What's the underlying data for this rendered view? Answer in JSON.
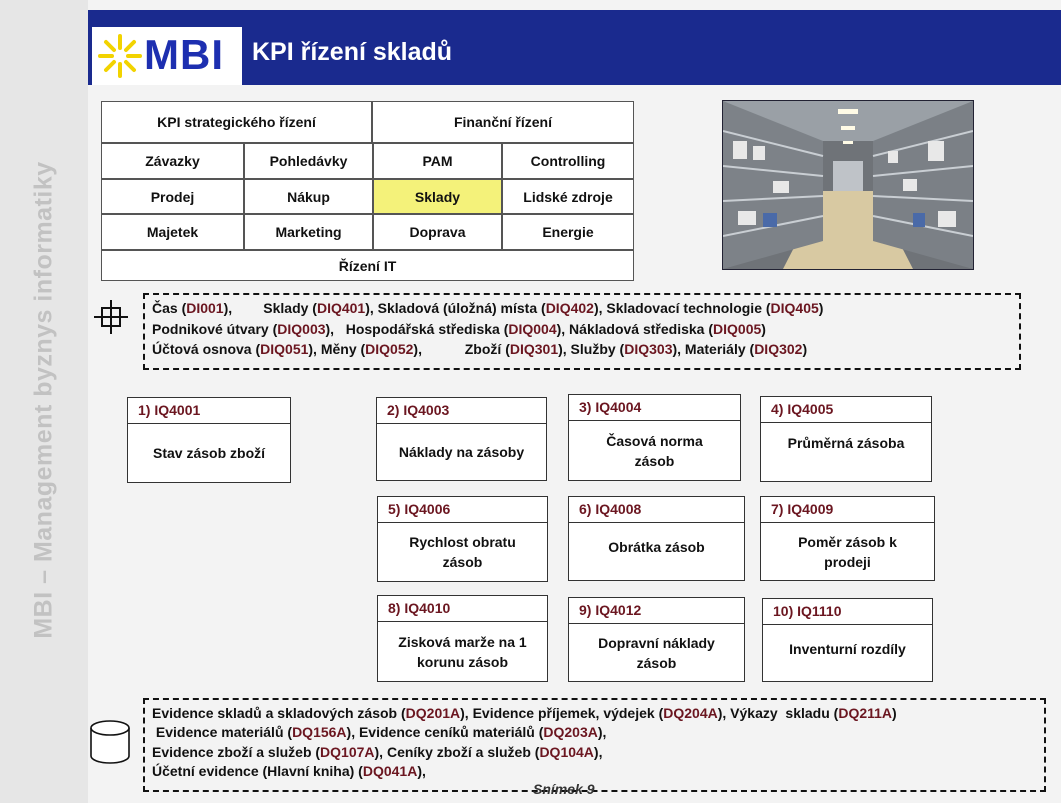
{
  "slide": {
    "title": "KPI řízení skladů",
    "logo_text": "MBI",
    "side_text": "MBI – Management byznys informatiky",
    "footer": "Snímek  9"
  },
  "grid": {
    "strategic": "KPI strategického řízení",
    "financial": "Finanční řízení",
    "row1": [
      "Závazky",
      "Pohledávky",
      "PAM",
      "Controlling"
    ],
    "row2": [
      "Prodej",
      "Nákup",
      "Sklady",
      "Lidské zdroje"
    ],
    "row3": [
      "Majetek",
      "Marketing",
      "Doprava",
      "Energie"
    ],
    "it": "Řízení IT",
    "highlight_color": "#f4f27a"
  },
  "dimensions": {
    "icon": "crosshair-icon",
    "lines": [
      [
        {
          "t": "Čas ("
        },
        {
          "t": "DI001",
          "c": 1
        },
        {
          "t": "),        Sklady ("
        },
        {
          "t": "DIQ401",
          "c": 1
        },
        {
          "t": "), Skladová (úložná) místa ("
        },
        {
          "t": "DIQ402",
          "c": 1
        },
        {
          "t": "), Skladovací technologie ("
        },
        {
          "t": "DIQ405",
          "c": 1
        },
        {
          "t": ")"
        }
      ],
      [
        {
          "t": "Podnikové útvary ("
        },
        {
          "t": "DIQ003",
          "c": 1
        },
        {
          "t": "),   Hospodářská střediska ("
        },
        {
          "t": "DIQ004",
          "c": 1
        },
        {
          "t": "), Nákladová střediska ("
        },
        {
          "t": "DIQ005",
          "c": 1
        },
        {
          "t": ")"
        }
      ],
      [
        {
          "t": "Účtová osnova ("
        },
        {
          "t": "DIQ051",
          "c": 1
        },
        {
          "t": "), Měny ("
        },
        {
          "t": "DIQ052",
          "c": 1
        },
        {
          "t": "),           Zboží ("
        },
        {
          "t": "DIQ301",
          "c": 1
        },
        {
          "t": "), Služby ("
        },
        {
          "t": "DIQ303",
          "c": 1
        },
        {
          "t": "), Materiály ("
        },
        {
          "t": "DIQ302",
          "c": 1
        },
        {
          "t": ")"
        }
      ]
    ]
  },
  "kpis": [
    {
      "id": "1) IQ4001",
      "name": [
        "Stav zásob zboží"
      ]
    },
    {
      "id": "2) IQ4003",
      "name": [
        "Náklady na zásoby"
      ]
    },
    {
      "id": "3) IQ4004",
      "name": [
        "Časová norma",
        "zásob"
      ]
    },
    {
      "id": "4) IQ4005",
      "name": [
        "Průměrná zásoba"
      ]
    },
    {
      "id": "5) IQ4006",
      "name": [
        "Rychlost obratu",
        "zásob"
      ]
    },
    {
      "id": "6) IQ4008",
      "name": [
        "Obrátka zásob"
      ]
    },
    {
      "id": "7) IQ4009",
      "name": [
        "Poměr zásob k",
        "prodeji"
      ]
    },
    {
      "id": "8) IQ4010",
      "name": [
        "Zisková marže na 1",
        "korunu zásob"
      ]
    },
    {
      "id": "9) IQ4012",
      "name": [
        "Dopravní náklady",
        "zásob"
      ]
    },
    {
      "id": "10) IQ1110",
      "name": [
        "Inventurní rozdíly"
      ]
    }
  ],
  "sources": {
    "icon": "database-icon",
    "lines": [
      [
        {
          "t": "Evidence skladů a skladových zásob ("
        },
        {
          "t": "DQ201A",
          "c": 1
        },
        {
          "t": "), Evidence příjemek, výdejek ("
        },
        {
          "t": "DQ204A",
          "c": 1
        },
        {
          "t": "), Výkazy  skladu ("
        },
        {
          "t": "DQ211A",
          "c": 1
        },
        {
          "t": ")"
        }
      ],
      [
        {
          "t": " Evidence materiálů ("
        },
        {
          "t": "DQ156A",
          "c": 1
        },
        {
          "t": "), Evidence ceníků materiálů ("
        },
        {
          "t": "DQ203A",
          "c": 1
        },
        {
          "t": "),"
        }
      ],
      [
        {
          "t": "Evidence zboží a služeb ("
        },
        {
          "t": "DQ107A",
          "c": 1
        },
        {
          "t": "), Ceníky zboží a služeb ("
        },
        {
          "t": "DQ104A",
          "c": 1
        },
        {
          "t": "),"
        }
      ],
      [
        {
          "t": "Účetní evidence (Hlavní kniha) ("
        },
        {
          "t": "DQ041A",
          "c": 1
        },
        {
          "t": "),"
        }
      ]
    ]
  }
}
